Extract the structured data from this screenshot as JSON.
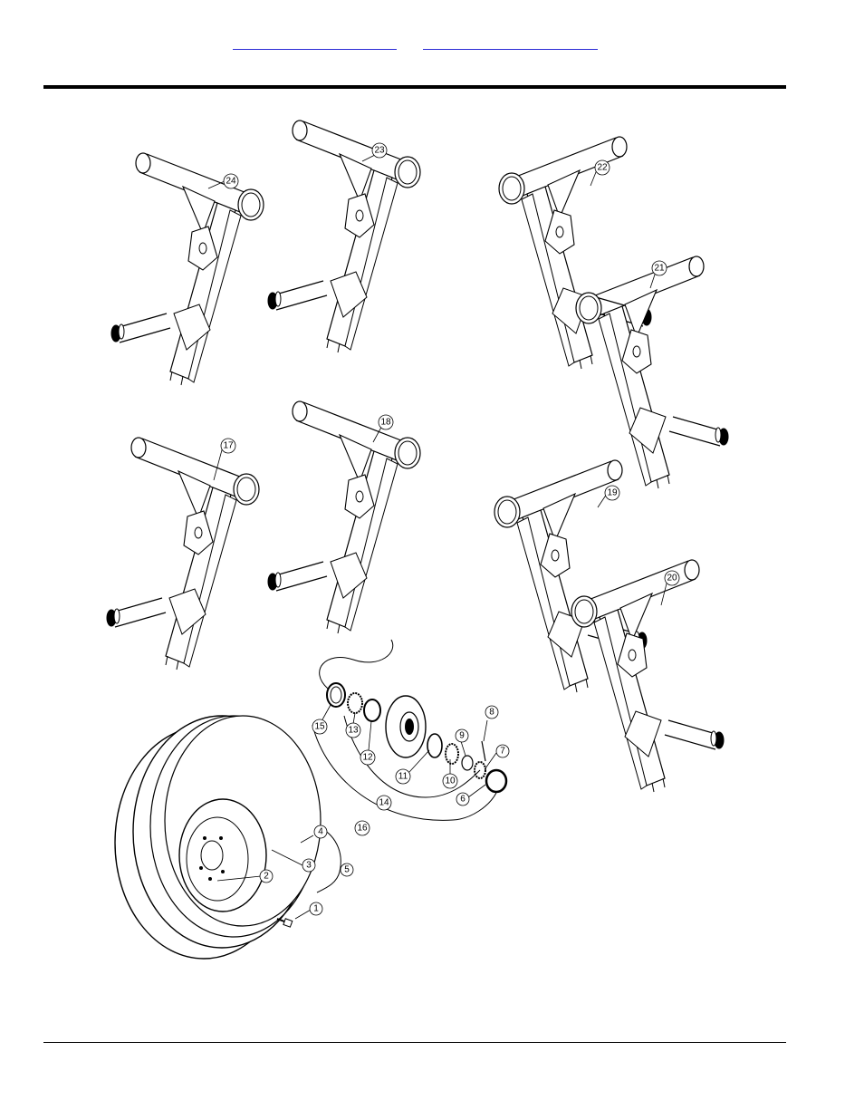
{
  "header": {
    "links": [
      "",
      ""
    ]
  },
  "diagram": {
    "callouts": [
      "1",
      "2",
      "3",
      "4",
      "5",
      "6",
      "7",
      "8",
      "9",
      "10",
      "11",
      "12",
      "13",
      "14",
      "15",
      "16",
      "17",
      "18",
      "19",
      "20",
      "21",
      "22",
      "23",
      "24"
    ]
  }
}
